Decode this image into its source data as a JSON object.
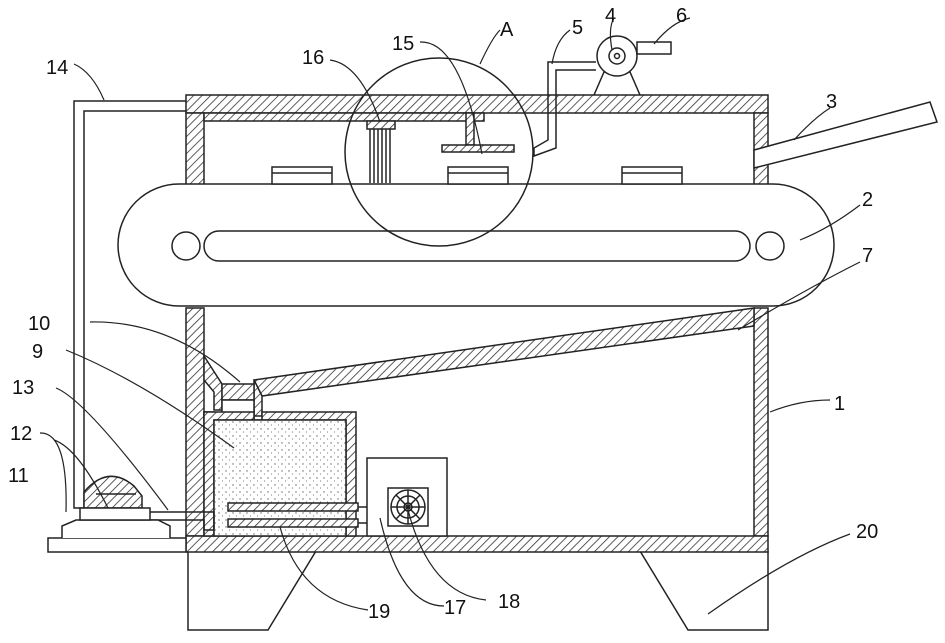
{
  "colors": {
    "line": "#222222",
    "background": "#ffffff",
    "hatch": "#333333",
    "dots": "#555555"
  },
  "callouts": {
    "n1": "1",
    "n2": "2",
    "n3": "3",
    "n4": "4",
    "n5": "5",
    "n6": "6",
    "n7": "7",
    "n9": "9",
    "n10": "10",
    "n11": "11",
    "n12": "12",
    "n13": "13",
    "n14": "14",
    "n15": "15",
    "n16": "16",
    "n17": "17",
    "n18": "18",
    "n19": "19",
    "n20": "20",
    "detail": "A"
  },
  "components": {
    "housing": "1",
    "conveyor-belt": "2",
    "feed-chute": "3",
    "fan": "4",
    "pipe-5": "5",
    "outlet-6": "6",
    "inclined-plate": "7",
    "tank": "9",
    "filter": "10",
    "base-plate": "11",
    "pump": "12",
    "pipe-13": "13",
    "return-pipe": "14",
    "nozzle": "15",
    "brush": "16",
    "control-box": "17",
    "motor": "18",
    "heater": "19",
    "legs": "20"
  }
}
